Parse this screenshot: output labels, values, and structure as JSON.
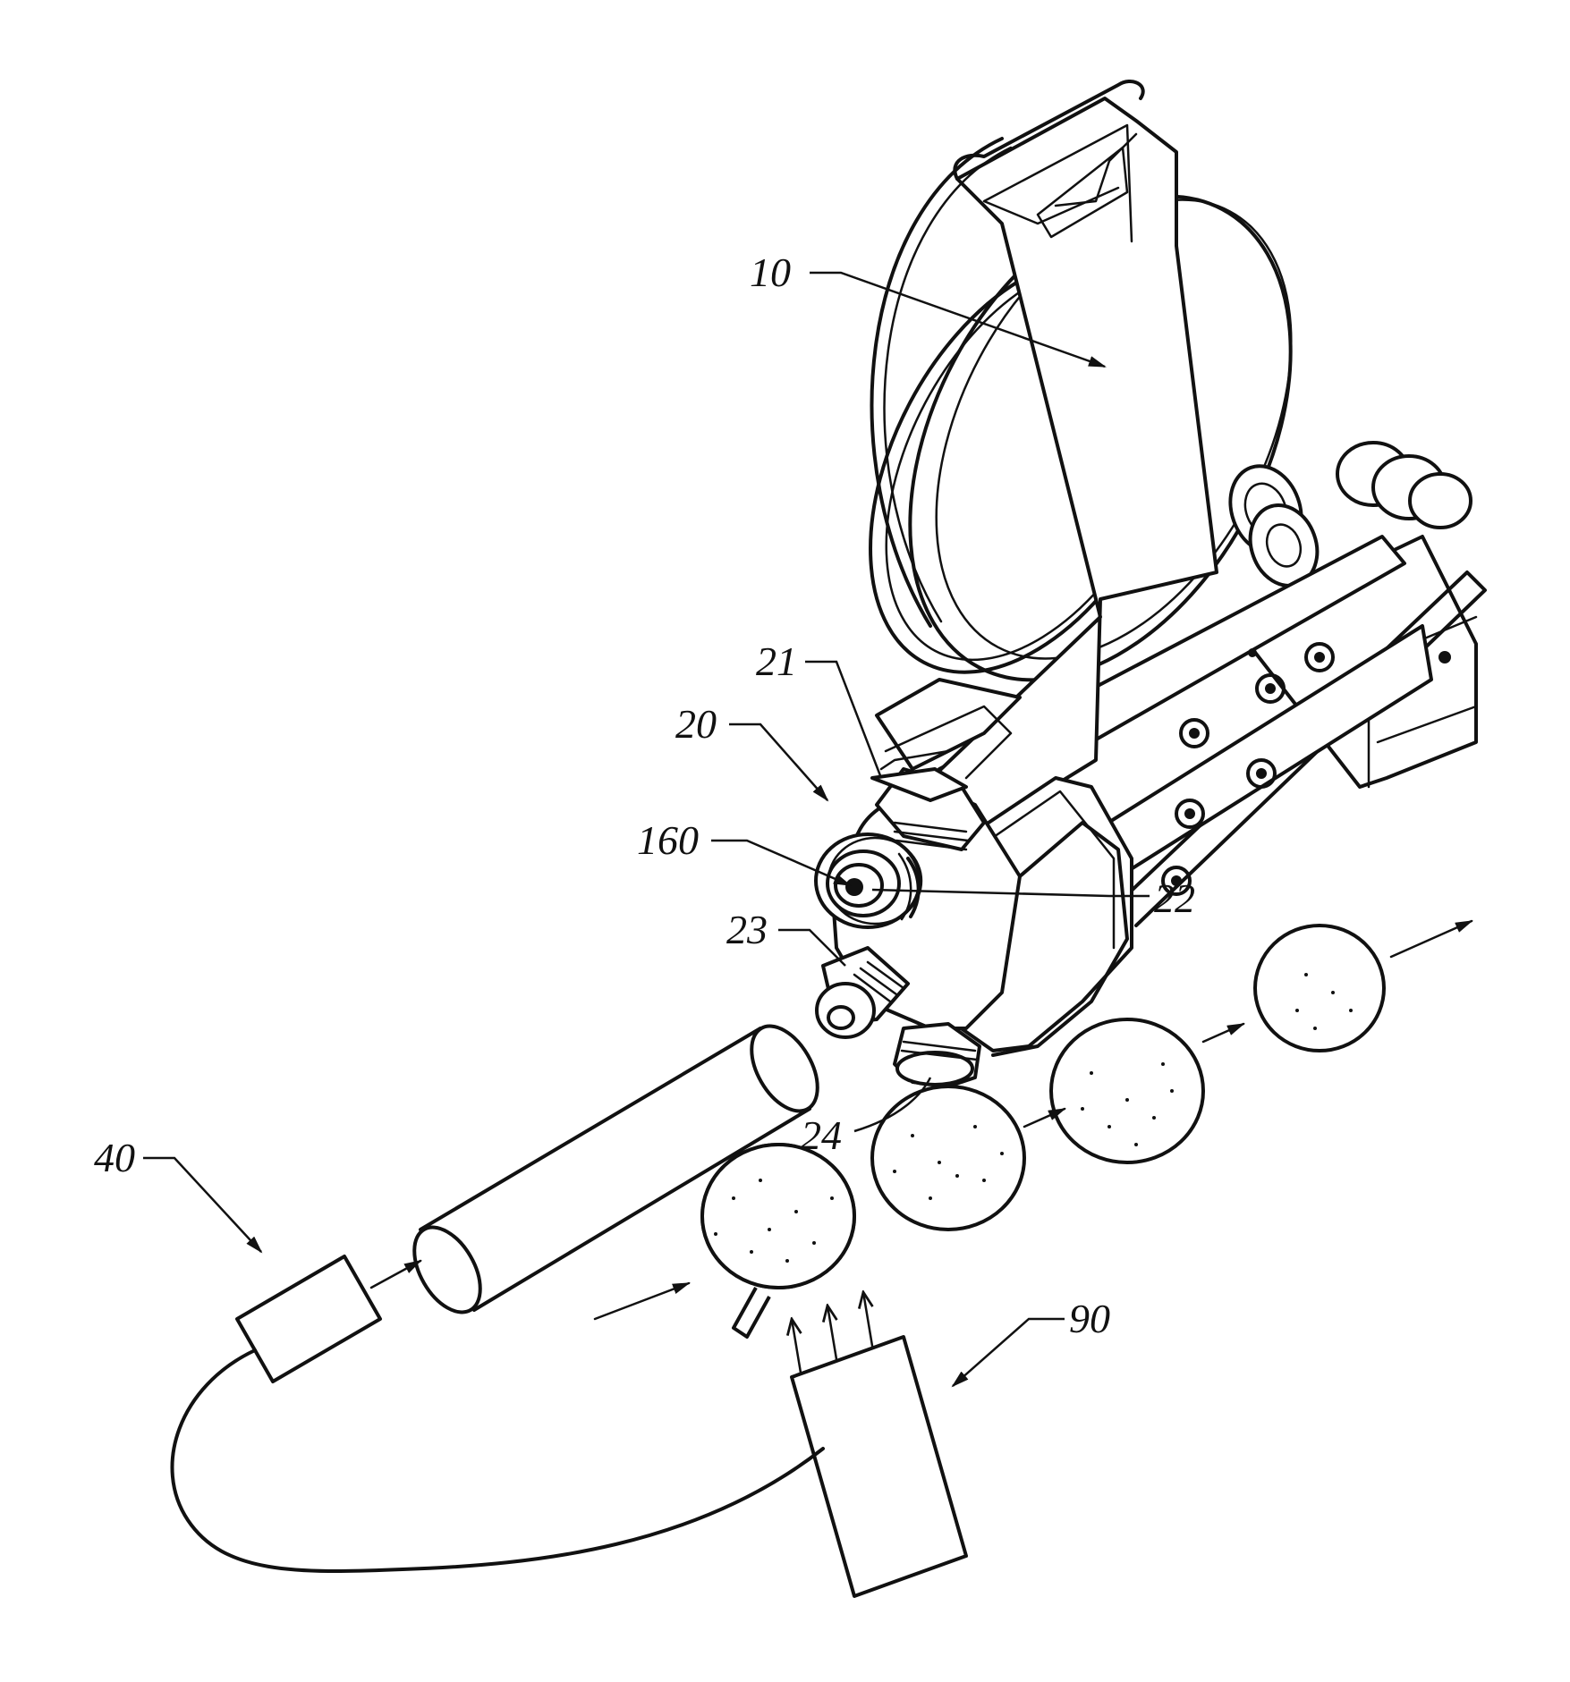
{
  "figure": {
    "reference_numerals": {
      "label_10": "10",
      "label_20": "20",
      "label_21": "21",
      "label_22": "22",
      "label_23": "23",
      "label_24": "24",
      "label_40": "40",
      "label_90": "90",
      "label_160": "160"
    },
    "parts": [
      {
        "id": "10",
        "icon": "stand-and-disc-housing"
      },
      {
        "id": "20",
        "icon": "turret-head"
      },
      {
        "id": "21",
        "icon": "upper-nozzle"
      },
      {
        "id": "22",
        "icon": "front-nozzle-center"
      },
      {
        "id": "23",
        "icon": "side-nozzle"
      },
      {
        "id": "24",
        "icon": "bottom-nozzle"
      },
      {
        "id": "40",
        "icon": "controller-box"
      },
      {
        "id": "90",
        "icon": "light-source-box"
      },
      {
        "id": "160",
        "icon": "nozzle-orifice"
      }
    ],
    "colors": {
      "ink": "#111111",
      "paper": "#ffffff"
    }
  }
}
